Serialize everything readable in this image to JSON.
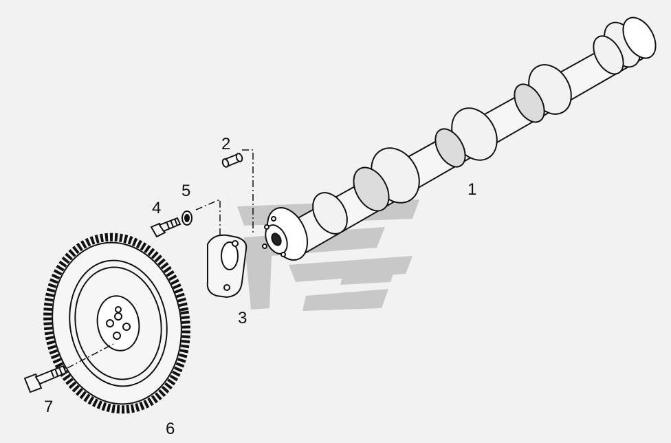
{
  "diagram": {
    "parts": [
      {
        "id": "camshaft",
        "label": "1"
      },
      {
        "id": "dowel-pin",
        "label": "2"
      },
      {
        "id": "thrust-plate",
        "label": "3"
      },
      {
        "id": "bolt",
        "label": "4"
      },
      {
        "id": "washer",
        "label": "5"
      },
      {
        "id": "cam-gear",
        "label": "6"
      },
      {
        "id": "gear-bolt",
        "label": "7"
      }
    ]
  },
  "colors": {
    "background": "#f2f2f2",
    "line": "#111111",
    "watermark": "#c8c8c8"
  }
}
